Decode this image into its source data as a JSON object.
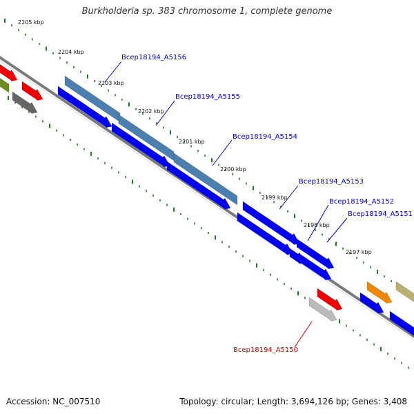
{
  "title": "Burkholderia sp. 383 chromosome 1, complete genome",
  "footer": {
    "accession": "Accession: NC_007510",
    "summary": "Topology: circular; Length: 3,694,126 bp; Genes: 3,408"
  },
  "colors": {
    "backbone": "#7a7a7a",
    "tick": "#1f7a1f",
    "label_blue": "#0000cc",
    "label_red": "#cc0000",
    "gene_blue": "#0000ee",
    "gene_steel": "#4a7fb0",
    "gene_red": "#ee0000",
    "gene_grey": "#666666",
    "gene_lightgrey": "#bbbbbb",
    "gene_olive": "#6b8e23",
    "gene_orange": "#ee8800",
    "gene_khaki": "#b8b070"
  },
  "scale_labels": [
    "2205 kbp",
    "2204 kbp",
    "2203 kbp",
    "2202 kbp",
    "2201 kbp",
    "2200 kbp",
    "2199 kbp",
    "2198 kbp",
    "2197 kbp"
  ],
  "gene_labels": [
    {
      "text": "Bcep18194_A5156",
      "color": "blue"
    },
    {
      "text": "Bcep18194_A5155",
      "color": "blue"
    },
    {
      "text": "Bcep18194_A5154",
      "color": "blue"
    },
    {
      "text": "Bcep18194_A5153",
      "color": "blue"
    },
    {
      "text": "Bcep18194_A5152",
      "color": "blue"
    },
    {
      "text": "Bcep18194_A5151",
      "color": "blue"
    },
    {
      "text": "Bcep18194_A5150",
      "color": "red"
    }
  ]
}
